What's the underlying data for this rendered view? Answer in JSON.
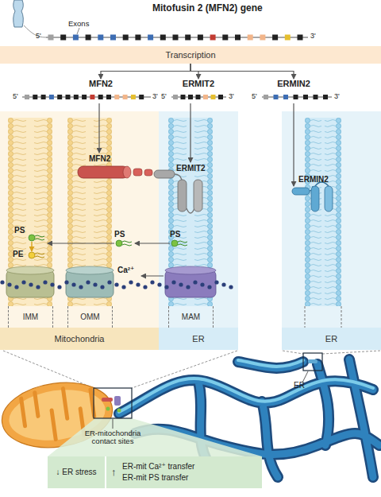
{
  "diagram": {
    "title": "Mitofusin 2 (MFN2) gene",
    "nodes": [
      {
        "text": [
          "Transcription"
        ]
      },
      {
        "text": [
          "MFN2"
        ]
      },
      {
        "text": [
          "ERMIT2"
        ]
      },
      {
        "text": [
          "ERMIN2"
        ]
      },
      {
        "text": [
          "IMM"
        ]
      },
      {
        "text": [
          "OMM"
        ]
      },
      {
        "text": [
          "MAM"
        ]
      },
      {
        "text": [
          "Mitochondria"
        ]
      },
      {
        "text": [
          "ER"
        ]
      },
      {
        "text": [
          "ER"
        ]
      },
      {
        "text": [
          "↓ ER stress"
        ]
      },
      {
        "text": [
          "↑",
          "ER-mit Ca²⁺ transfer",
          "ER-mit PS transfer"
        ]
      }
    ],
    "edges": [
      {
        "from": 0,
        "to": 1,
        "arrow": "to"
      },
      {
        "from": 0,
        "to": 2,
        "arrow": "to"
      },
      {
        "from": 0,
        "to": 3,
        "arrow": "to"
      }
    ],
    "labels": [
      "5'",
      "3'",
      "Exons",
      "5'",
      "3'",
      "5'",
      "3'",
      "5'",
      "3'",
      "MFN2",
      "ERMIT2",
      "ERMIN2",
      "PS",
      "PS",
      "PS",
      "PE",
      "Ca²⁺",
      "ER",
      "ER-mitochondria contact sites"
    ]
  }
}
